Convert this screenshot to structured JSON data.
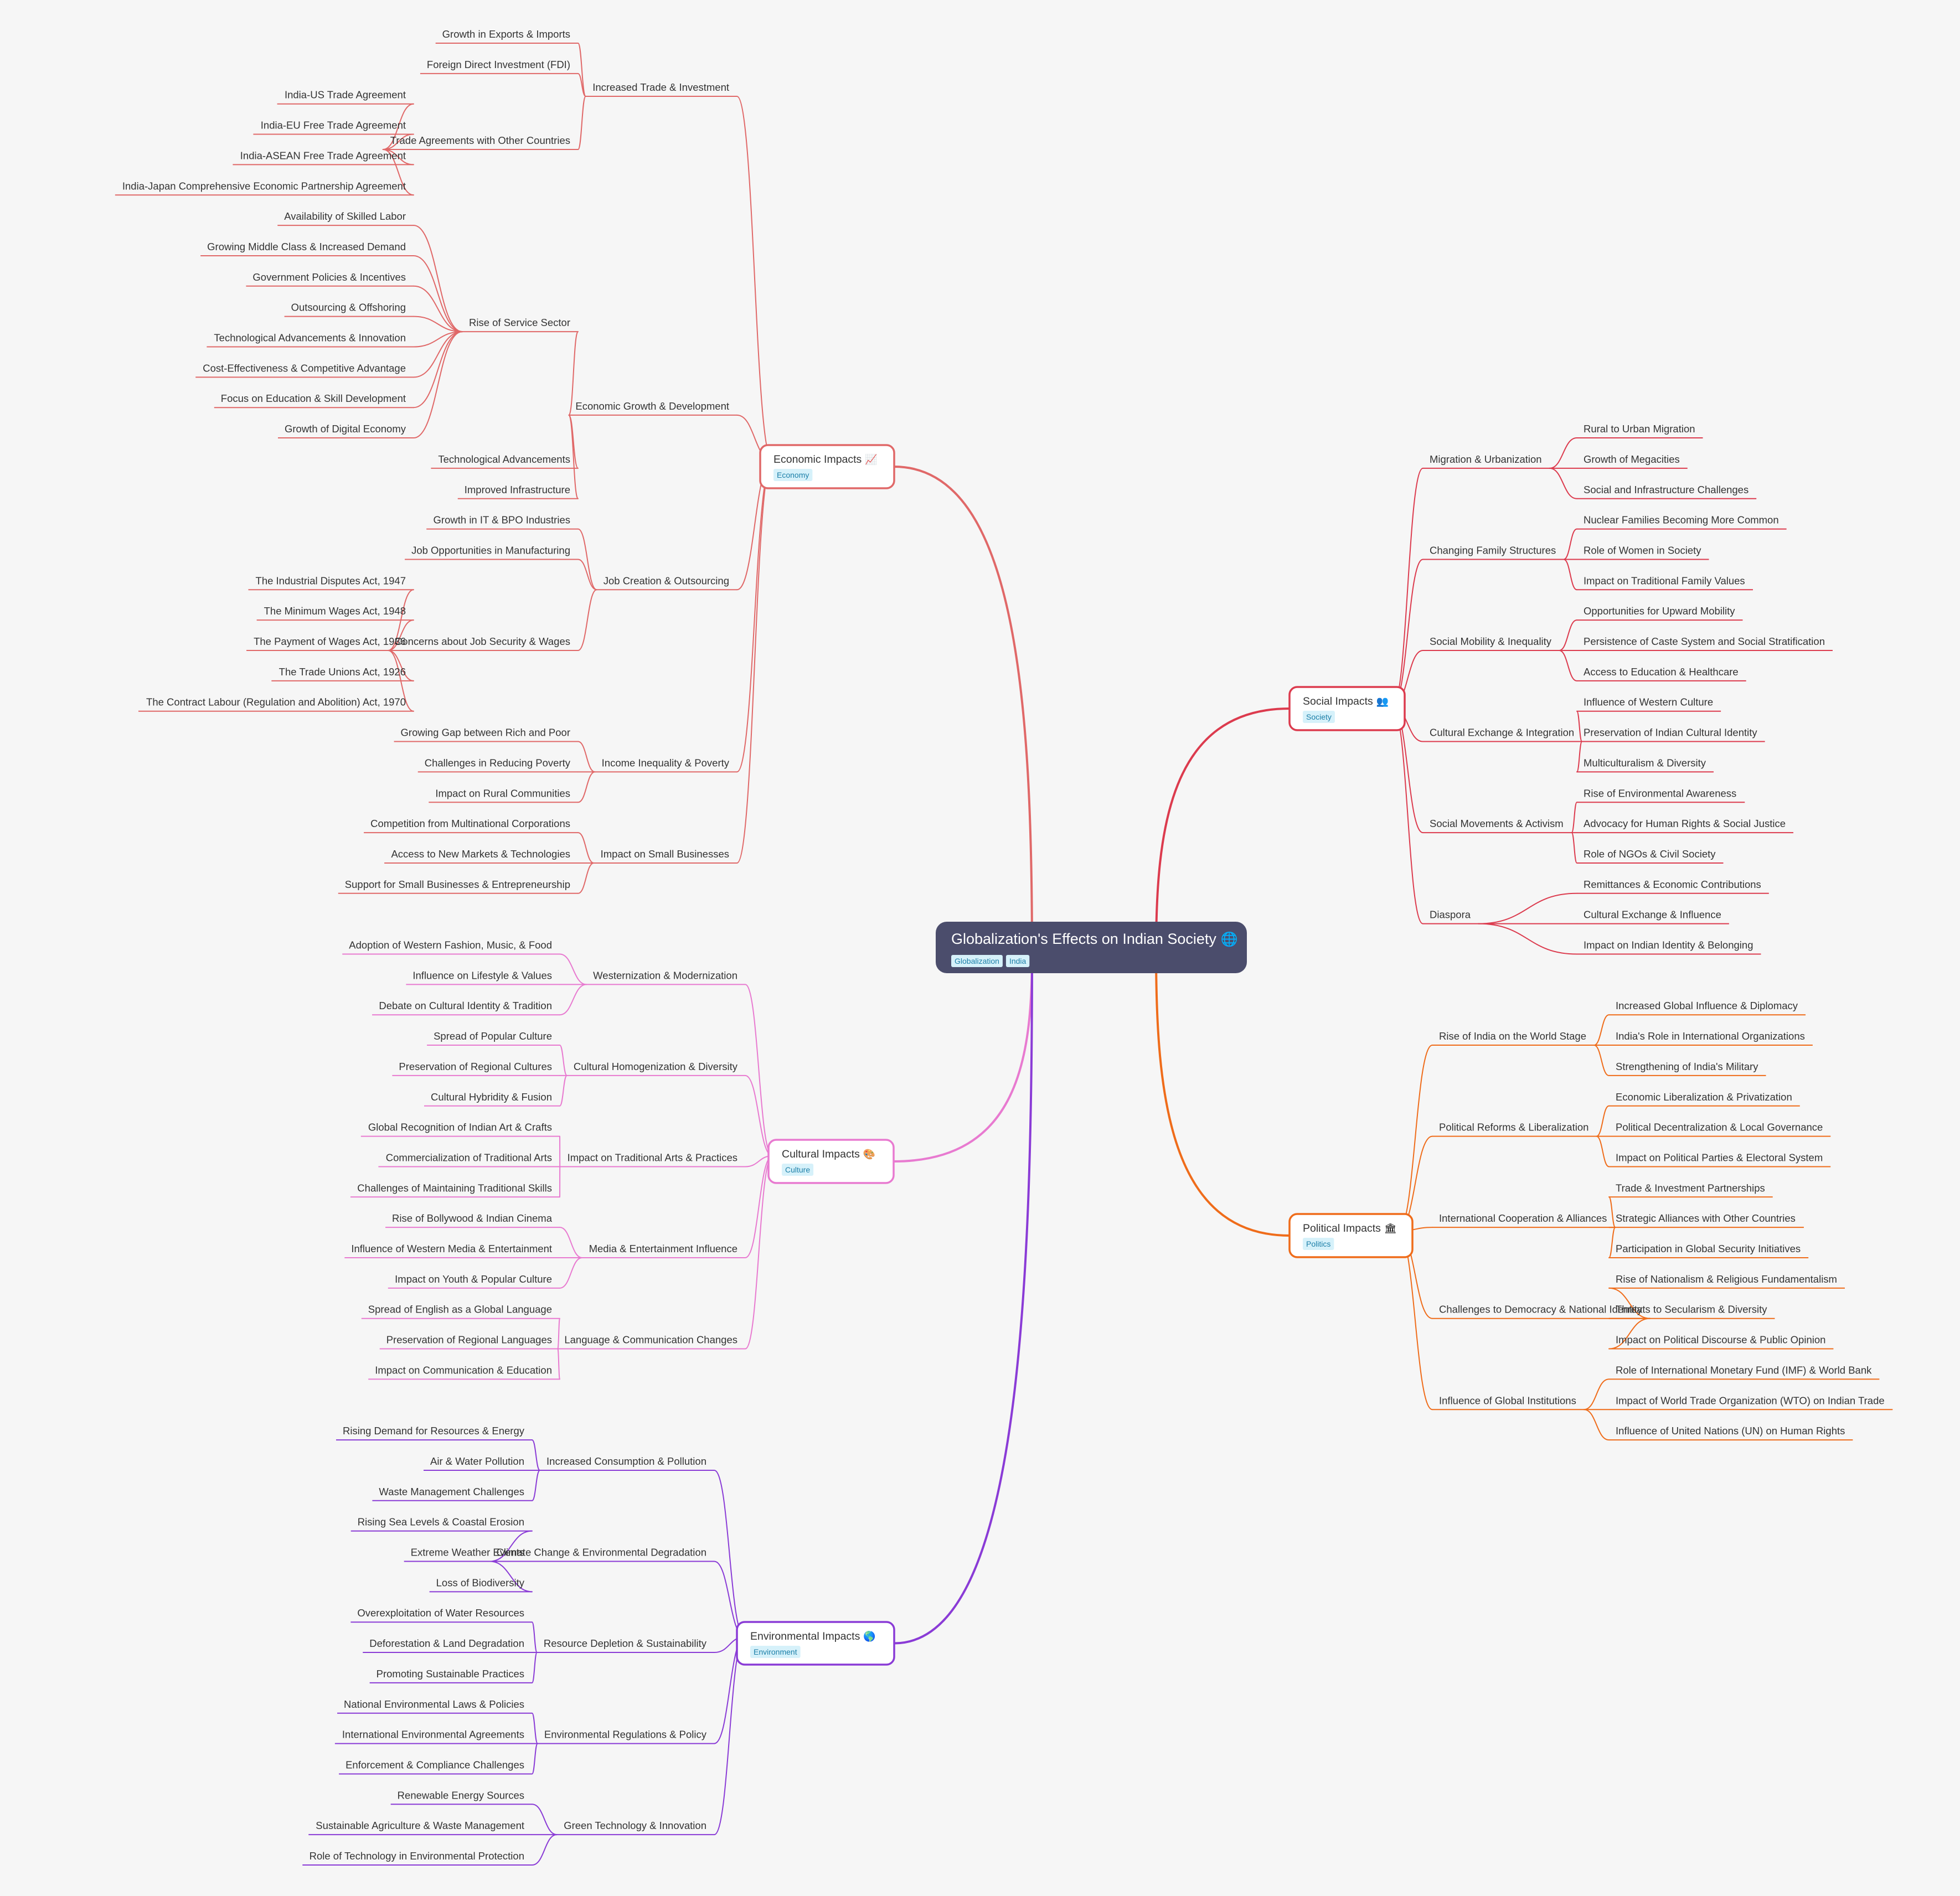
{
  "central": {
    "title": "Globalization's Effects on Indian Society",
    "icon": "globe-icon",
    "tags": [
      "Globalization",
      "India"
    ]
  },
  "branches": [
    {
      "id": "economic",
      "label": "Economic Impacts",
      "icon": "chart-up-icon",
      "tag": "Economy",
      "color": "#e06868",
      "topics": [
        {
          "label": "Increased Trade & Investment",
          "items": [
            {
              "label": "Growth in Exports & Imports"
            },
            {
              "label": "Foreign Direct Investment (FDI)"
            },
            {
              "label": "Trade Agreements with Other Countries",
              "items": [
                {
                  "label": "India-US Trade Agreement"
                },
                {
                  "label": "India-EU Free Trade Agreement"
                },
                {
                  "label": "India-ASEAN Free Trade Agreement"
                },
                {
                  "label": "India-Japan Comprehensive Economic Partnership Agreement"
                }
              ]
            }
          ]
        },
        {
          "label": "Economic Growth & Development",
          "items": [
            {
              "label": "Rise of Service Sector",
              "items": [
                {
                  "label": "Availability of Skilled Labor"
                },
                {
                  "label": "Growing Middle Class & Increased Demand"
                },
                {
                  "label": "Government Policies & Incentives"
                },
                {
                  "label": "Outsourcing & Offshoring"
                },
                {
                  "label": "Technological Advancements & Innovation"
                },
                {
                  "label": "Cost-Effectiveness & Competitive Advantage"
                },
                {
                  "label": "Focus on Education & Skill Development"
                },
                {
                  "label": "Growth of Digital Economy"
                }
              ]
            },
            {
              "label": "Technological Advancements"
            },
            {
              "label": "Improved Infrastructure"
            }
          ]
        },
        {
          "label": "Job Creation & Outsourcing",
          "items": [
            {
              "label": "Growth in IT & BPO Industries"
            },
            {
              "label": "Job Opportunities in Manufacturing"
            },
            {
              "label": "Concerns about Job Security & Wages",
              "items": [
                {
                  "label": "The Industrial Disputes Act, 1947"
                },
                {
                  "label": "The Minimum Wages Act, 1948"
                },
                {
                  "label": "The Payment of Wages Act, 1936"
                },
                {
                  "label": "The Trade Unions Act, 1926"
                },
                {
                  "label": "The Contract Labour (Regulation and Abolition) Act, 1970"
                }
              ]
            }
          ]
        },
        {
          "label": "Income Inequality & Poverty",
          "items": [
            {
              "label": "Growing Gap between Rich and Poor"
            },
            {
              "label": "Challenges in Reducing Poverty"
            },
            {
              "label": "Impact on Rural Communities"
            }
          ]
        },
        {
          "label": "Impact on Small Businesses",
          "items": [
            {
              "label": "Competition from Multinational Corporations"
            },
            {
              "label": "Access to New Markets & Technologies"
            },
            {
              "label": "Support for Small Businesses & Entrepreneurship"
            }
          ]
        }
      ]
    },
    {
      "id": "cultural",
      "label": "Cultural Impacts",
      "icon": "palette-icon",
      "tag": "Culture",
      "color": "#e87ad0",
      "topics": [
        {
          "label": "Westernization & Modernization",
          "items": [
            {
              "label": "Adoption of Western Fashion, Music, & Food"
            },
            {
              "label": "Influence on Lifestyle & Values"
            },
            {
              "label": "Debate on Cultural Identity & Tradition"
            }
          ]
        },
        {
          "label": "Cultural Homogenization & Diversity",
          "items": [
            {
              "label": "Spread of Popular Culture"
            },
            {
              "label": "Preservation of Regional Cultures"
            },
            {
              "label": "Cultural Hybridity & Fusion"
            }
          ]
        },
        {
          "label": "Impact on Traditional Arts & Practices",
          "items": [
            {
              "label": "Global Recognition of Indian Art & Crafts"
            },
            {
              "label": "Commercialization of Traditional Arts"
            },
            {
              "label": "Challenges of Maintaining Traditional Skills"
            }
          ]
        },
        {
          "label": "Media & Entertainment Influence",
          "items": [
            {
              "label": "Rise of Bollywood & Indian Cinema"
            },
            {
              "label": "Influence of Western Media & Entertainment"
            },
            {
              "label": "Impact on Youth & Popular Culture"
            }
          ]
        },
        {
          "label": "Language & Communication Changes",
          "items": [
            {
              "label": "Spread of English as a Global Language"
            },
            {
              "label": "Preservation of Regional Languages"
            },
            {
              "label": "Impact on Communication & Education"
            }
          ]
        }
      ]
    },
    {
      "id": "environmental",
      "label": "Environmental Impacts",
      "icon": "earth-icon",
      "tag": "Environment",
      "color": "#8a3bd6",
      "topics": [
        {
          "label": "Increased Consumption & Pollution",
          "items": [
            {
              "label": "Rising Demand for Resources & Energy"
            },
            {
              "label": "Air & Water Pollution"
            },
            {
              "label": "Waste Management Challenges"
            }
          ]
        },
        {
          "label": "Climate Change & Environmental Degradation",
          "items": [
            {
              "label": "Rising Sea Levels & Coastal Erosion"
            },
            {
              "label": "Extreme Weather Events"
            },
            {
              "label": "Loss of Biodiversity"
            }
          ]
        },
        {
          "label": "Resource Depletion & Sustainability",
          "items": [
            {
              "label": "Overexploitation of Water Resources"
            },
            {
              "label": "Deforestation & Land Degradation"
            },
            {
              "label": "Promoting Sustainable Practices"
            }
          ]
        },
        {
          "label": "Environmental Regulations & Policy",
          "items": [
            {
              "label": "National Environmental Laws & Policies"
            },
            {
              "label": "International Environmental Agreements"
            },
            {
              "label": "Enforcement & Compliance Challenges"
            }
          ]
        },
        {
          "label": "Green Technology & Innovation",
          "items": [
            {
              "label": "Renewable Energy Sources"
            },
            {
              "label": "Sustainable Agriculture & Waste Management"
            },
            {
              "label": "Role of Technology in Environmental Protection"
            }
          ]
        }
      ]
    },
    {
      "id": "social",
      "label": "Social Impacts",
      "icon": "people-icon",
      "tag": "Society",
      "color": "#dc3b4e",
      "topics": [
        {
          "label": "Migration & Urbanization",
          "items": [
            {
              "label": "Rural to Urban Migration"
            },
            {
              "label": "Growth of Megacities"
            },
            {
              "label": "Social and Infrastructure Challenges"
            }
          ]
        },
        {
          "label": "Changing Family Structures",
          "items": [
            {
              "label": "Nuclear Families Becoming More Common"
            },
            {
              "label": "Role of Women in Society"
            },
            {
              "label": "Impact on Traditional Family Values"
            }
          ]
        },
        {
          "label": "Social Mobility & Inequality",
          "items": [
            {
              "label": "Opportunities for Upward Mobility"
            },
            {
              "label": "Persistence of Caste System and Social Stratification"
            },
            {
              "label": "Access to Education & Healthcare"
            }
          ]
        },
        {
          "label": "Cultural Exchange & Integration",
          "items": [
            {
              "label": "Influence of Western Culture"
            },
            {
              "label": "Preservation of Indian Cultural Identity"
            },
            {
              "label": "Multiculturalism & Diversity"
            }
          ]
        },
        {
          "label": "Social Movements & Activism",
          "items": [
            {
              "label": "Rise of Environmental Awareness"
            },
            {
              "label": "Advocacy for Human Rights & Social Justice"
            },
            {
              "label": "Role of NGOs & Civil Society"
            }
          ]
        },
        {
          "label": "Diaspora",
          "items": [
            {
              "label": "Remittances & Economic Contributions"
            },
            {
              "label": "Cultural Exchange & Influence"
            },
            {
              "label": "Impact on Indian Identity & Belonging"
            }
          ]
        }
      ]
    },
    {
      "id": "political",
      "label": "Political Impacts",
      "icon": "government-building-icon",
      "tag": "Politics",
      "color": "#ef6c1a",
      "topics": [
        {
          "label": "Rise of India on the World Stage",
          "items": [
            {
              "label": "Increased Global Influence & Diplomacy"
            },
            {
              "label": "India's Role in International Organizations"
            },
            {
              "label": "Strengthening of India's Military"
            }
          ]
        },
        {
          "label": "Political Reforms & Liberalization",
          "items": [
            {
              "label": "Economic Liberalization & Privatization"
            },
            {
              "label": "Political Decentralization & Local Governance"
            },
            {
              "label": "Impact on Political Parties & Electoral System"
            }
          ]
        },
        {
          "label": "International Cooperation & Alliances",
          "items": [
            {
              "label": "Trade & Investment Partnerships"
            },
            {
              "label": "Strategic Alliances with Other Countries"
            },
            {
              "label": "Participation in Global Security Initiatives"
            }
          ]
        },
        {
          "label": "Challenges to Democracy & National Identity",
          "items": [
            {
              "label": "Rise of Nationalism & Religious Fundamentalism"
            },
            {
              "label": "Threats to Secularism & Diversity"
            },
            {
              "label": "Impact on Political Discourse & Public Opinion"
            }
          ]
        },
        {
          "label": "Influence of Global Institutions",
          "items": [
            {
              "label": "Role of International Monetary Fund (IMF) & World Bank"
            },
            {
              "label": "Impact of World Trade Organization (WTO) on Indian Trade"
            },
            {
              "label": "Influence of United Nations (UN) on Human Rights"
            }
          ]
        }
      ]
    }
  ]
}
